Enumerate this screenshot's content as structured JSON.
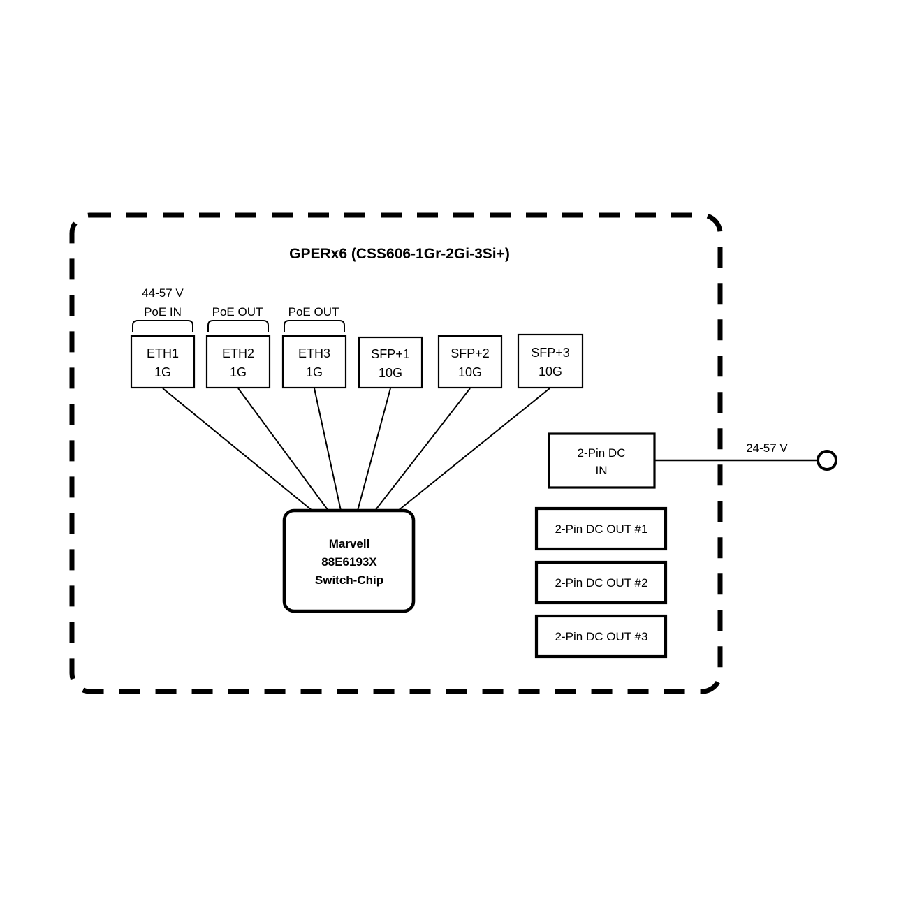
{
  "diagram": {
    "title": "GPERx6 (CSS606-1Gr-2Gi-3Si+)",
    "enclosure_name": "device-boundary"
  },
  "ports": [
    {
      "name": "ETH1",
      "speed": "1G",
      "poe": "PoE IN",
      "voltage": "44-57 V"
    },
    {
      "name": "ETH2",
      "speed": "1G",
      "poe": "PoE OUT",
      "voltage": ""
    },
    {
      "name": "ETH3",
      "speed": "1G",
      "poe": "PoE OUT",
      "voltage": ""
    },
    {
      "name": "SFP+1",
      "speed": "10G",
      "poe": "",
      "voltage": ""
    },
    {
      "name": "SFP+2",
      "speed": "10G",
      "poe": "",
      "voltage": ""
    },
    {
      "name": "SFP+3",
      "speed": "10G",
      "poe": "",
      "voltage": ""
    }
  ],
  "chip": {
    "line1": "Marvell",
    "line2": "88E6193X",
    "line3": "Switch-Chip"
  },
  "power": {
    "dc_in": {
      "line1": "2-Pin DC",
      "line2": "IN"
    },
    "dc_in_voltage": "24-57 V",
    "dc_outputs": [
      {
        "label": "2-Pin DC OUT #1"
      },
      {
        "label": "2-Pin DC OUT #2"
      },
      {
        "label": "2-Pin DC OUT #3"
      }
    ]
  },
  "colors": {
    "stroke": "#000000",
    "background": "#ffffff"
  }
}
